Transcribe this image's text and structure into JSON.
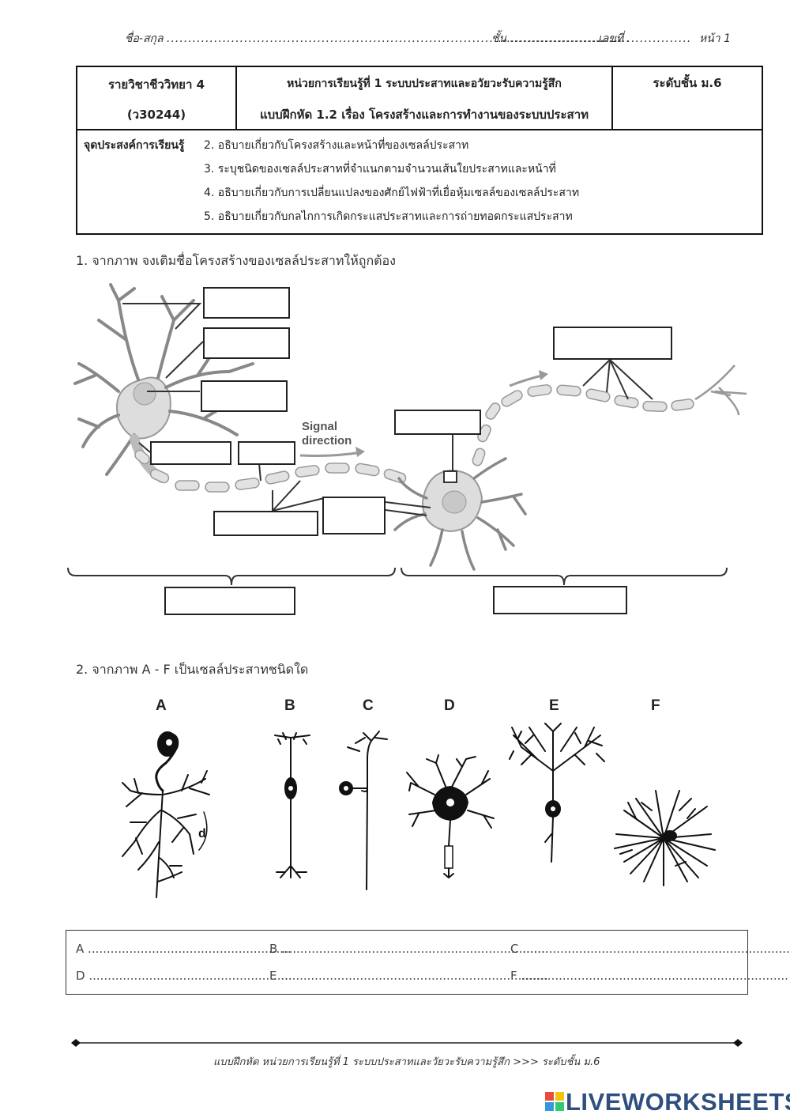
{
  "header": {
    "name_label": "ชื่อ-สกุล",
    "name_dots": "..........................................................................................................",
    "class_label": "ชั้น",
    "class_dots": "............................",
    "number_label": "เลขที่",
    "number_dots": "...............",
    "page": "หน้า 1"
  },
  "info": {
    "subject": "รายวิชาชีววิทยา 4",
    "code": "(ว30244)",
    "unit": "หน่วยการเรียนรู้ที่ 1 ระบบประสาทและอวัยวะรับความรู้สึก",
    "exercise": "แบบฝึกหัด 1.2 เรื่อง โครงสร้างและการทำงานของระบบประสาท",
    "level": "ระดับชั้น ม.6",
    "objectives_label": "จุดประสงค์การเรียนรู้",
    "objectives": [
      "2. อธิบายเกี่ยวกับโครงสร้างและหน้าที่ของเซลล์ประสาท",
      "3. ระบุชนิดของเซลล์ประสาทที่จำแนกตามจำนวนเส้นใยประสาทและหน้าที่",
      "4. อธิบายเกี่ยวกับการเปลี่ยนแปลงของศักย์ไฟฟ้าที่เยื่อหุ้มเซลล์ของเซลล์ประสาท",
      "5. อธิบายเกี่ยวกับกลไกการเกิดกระแสประสาทและการถ่ายทอดกระแสประสาท"
    ]
  },
  "q1": {
    "prompt": "1. จากภาพ จงเติมชื่อโครงสร้างของเซลล์ประสาทให้ถูกต้อง",
    "signal_line1": "Signal",
    "signal_line2": "direction"
  },
  "q2": {
    "prompt": "2. จากภาพ A - F เป็นเซลล์ประสาทชนิดใด",
    "cells": [
      "A",
      "B",
      "C",
      "D",
      "E",
      "F"
    ],
    "small_label": "d"
  },
  "answers": [
    {
      "letter": "A",
      "dots": "......................................................"
    },
    {
      "letter": "B",
      "dots": "......................................................................."
    },
    {
      "letter": "C",
      "dots": "......................................................................."
    },
    {
      "letter": "D",
      "dots": "......................................................"
    },
    {
      "letter": "E",
      "dots": "......................................................................."
    },
    {
      "letter": "F",
      "dots": "......................................................................."
    }
  ],
  "footer": {
    "text": "แบบฝึกหัด หน่วยการเรียนรู้ที่ 1  ระบบประสาทและวัยวะรับความรู้สึก  >>>  ระดับชั้น ม.6",
    "brand": "LIVEWORKSHEETS"
  }
}
